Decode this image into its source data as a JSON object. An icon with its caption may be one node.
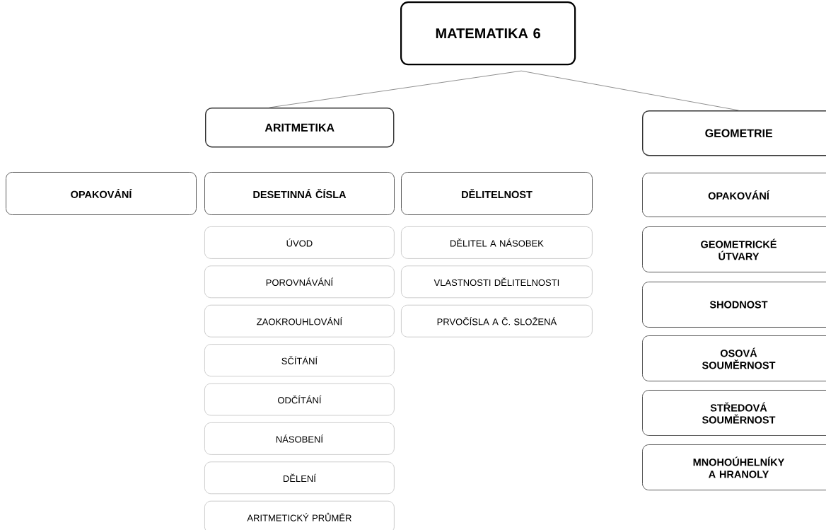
{
  "diagram": {
    "nodes": [
      {
        "text": [
          "MATEMATIKA 6"
        ]
      },
      {
        "text": [
          "ARITMETIKA"
        ]
      },
      {
        "text": [
          "GEOMETRIE"
        ]
      },
      {
        "text": [
          "OPAKOVÁNÍ"
        ]
      },
      {
        "text": [
          "DESETINNÁ ČÍSLA"
        ]
      },
      {
        "text": [
          "DĚLITELNOST"
        ]
      },
      {
        "text": [
          "OPAKOVÁNÍ"
        ]
      },
      {
        "text": [
          "ÚVOD"
        ]
      },
      {
        "text": [
          "POROVNÁVÁNÍ"
        ]
      },
      {
        "text": [
          "ZAOKROUHLOVÁNÍ"
        ]
      },
      {
        "text": [
          "SČÍTÁNÍ"
        ]
      },
      {
        "text": [
          "ODČÍTÁNÍ"
        ]
      },
      {
        "text": [
          "NÁSOBENÍ"
        ]
      },
      {
        "text": [
          "DĚLENÍ"
        ]
      },
      {
        "text": [
          "ARITMETICKÝ PRŮMĚR"
        ]
      },
      {
        "text": [
          "DĚLITEL A NÁSOBEK"
        ]
      },
      {
        "text": [
          "VLASTNOSTI DĚLITELNOSTI"
        ]
      },
      {
        "text": [
          "PRVOČÍSLA A Č. SLOŽENÁ"
        ]
      },
      {
        "text": [
          "GEOMETRICKÉ ÚTVARY"
        ]
      },
      {
        "text": [
          "SHODNOST"
        ]
      },
      {
        "text": [
          "OSOVÁ SOUMĚRNOST"
        ]
      },
      {
        "text": [
          "STŘEDOVÁ SOUMĚRNOST"
        ]
      },
      {
        "text": [
          "MNOHOÚHELNÍKY A HRANOLY"
        ]
      }
    ],
    "edges": [
      {
        "from": 0,
        "to": 1,
        "arrow": "none"
      },
      {
        "from": 0,
        "to": 2,
        "arrow": "none"
      }
    ]
  }
}
